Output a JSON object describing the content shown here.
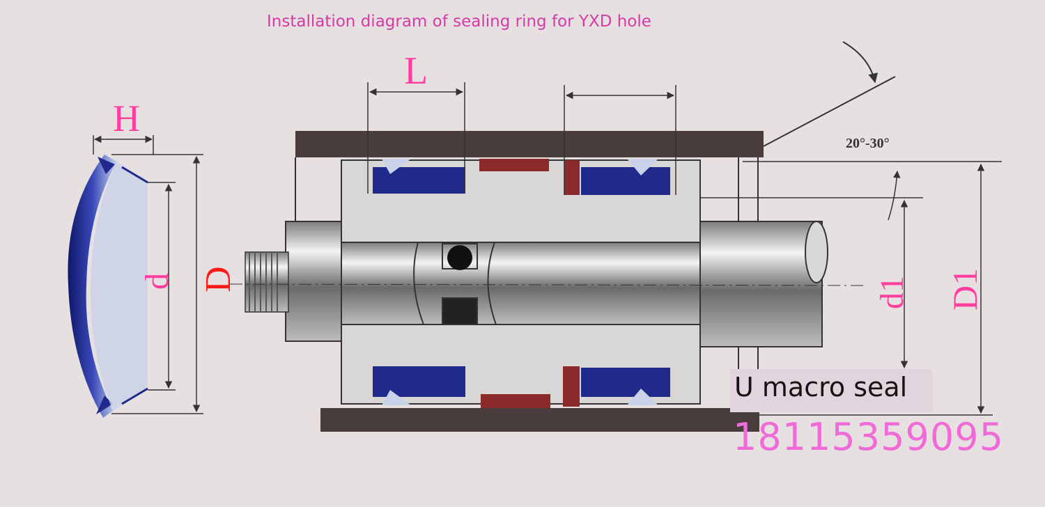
{
  "title": "Installation diagram of sealing ring for YXD hole",
  "labels": {
    "H": "H",
    "d": "d",
    "D": "D",
    "L": "L",
    "d1": "d1",
    "D1": "D1",
    "angle": "20°-30°"
  },
  "brand": "U macro seal",
  "phone": "18115359095",
  "colors": {
    "title": "#d63aa6",
    "dimension_label": "#ff3fa0",
    "D_label": "#ff1a1a",
    "seal_blue": "#1f2a8c",
    "housing": "#4a3d3d",
    "ring_red": "#8a2a2a"
  }
}
